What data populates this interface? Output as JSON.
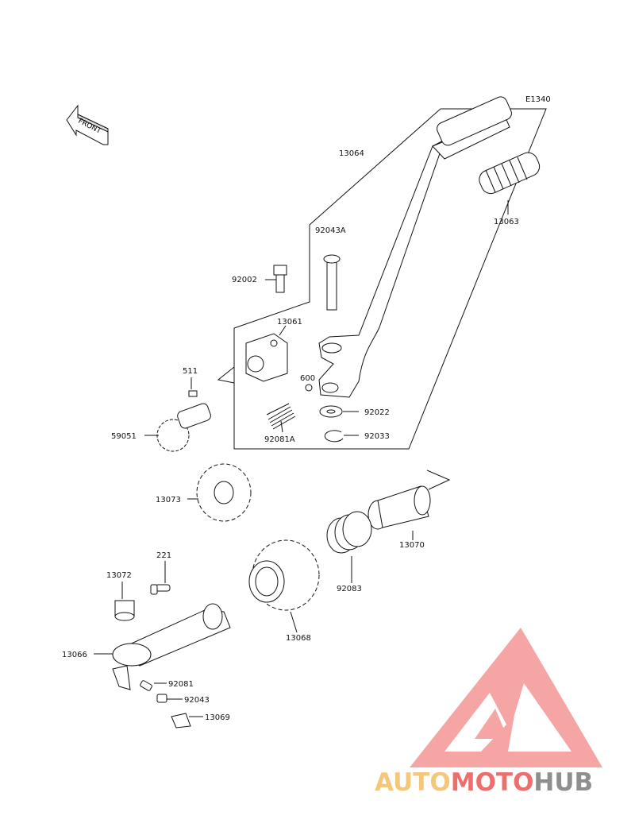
{
  "diagram_code": "E1340",
  "front_label": "FRONT",
  "part_numbers": {
    "kick_pedal": "13064",
    "rubber_grip": "13063",
    "pin": "92043A",
    "bolt_upper": "92002",
    "lever_boss": "13061",
    "ball": "600",
    "washer": "92022",
    "circlip": "92033",
    "spring_small": "92081A",
    "key": "511",
    "pinion_gear": "59051",
    "idle_gear": "13073",
    "ratchet": "13070",
    "spring_ratchet": "92083",
    "kick_gear": "13068",
    "bolt_small": "221",
    "collar": "13072",
    "kick_shaft": "13066",
    "spring_stop": "92081",
    "pin_stop": "92043",
    "stopper": "13069"
  },
  "watermark": {
    "part1": "AUTO",
    "part2": "MOTO",
    "part3": "HUB",
    "color_light": "#f5c77a",
    "color_red": "#ee6e6e",
    "color_grey": "#8f8f8f"
  }
}
